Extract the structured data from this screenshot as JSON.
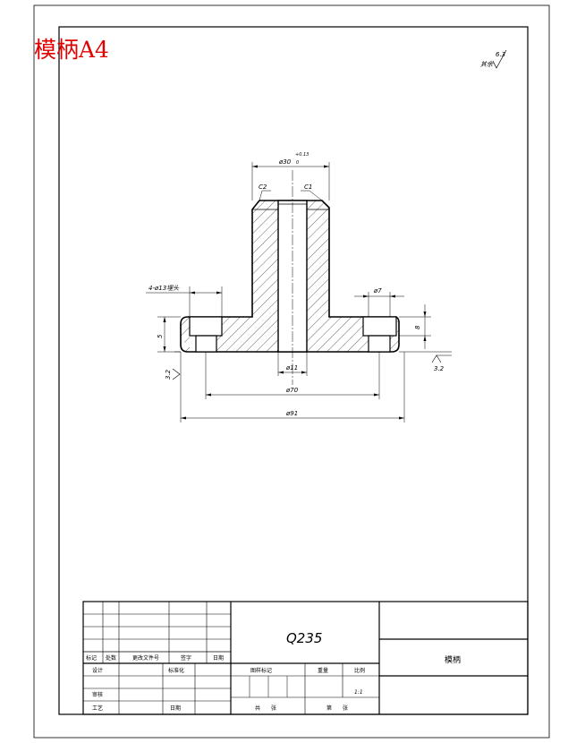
{
  "title": "模柄A4",
  "roughness_default": {
    "value": "6.3",
    "label": "其余"
  },
  "dimensions": {
    "top_diameter": "ø30",
    "top_tolerance": "+0.13",
    "top_tolerance_zero": "0",
    "chamfer_left": "C2",
    "chamfer_right": "C1",
    "holes": "4-ø13埋头",
    "small_hole": "ø7",
    "flange_thickness": "5",
    "counterbore_depth": "8",
    "bore": "ø11",
    "bolt_circle": "ø70",
    "outer_diameter": "ø91",
    "roughness_left": "3.2",
    "roughness_right": "3.2"
  },
  "title_block": {
    "material": "Q235",
    "part_name": "模柄",
    "headers": {
      "mark": "标记",
      "count": "处数",
      "doc": "更改文件号",
      "sign": "签字",
      "date": "日期"
    },
    "rows": {
      "design": "设计",
      "standardize": "标准化",
      "review": "审核",
      "process": "工艺",
      "date": "日期"
    },
    "stage": "图样标记",
    "weight": "重量",
    "scale": "比例",
    "scale_value": "1:1",
    "sheets_total": "共　　张",
    "sheet_no": "第　　张"
  }
}
